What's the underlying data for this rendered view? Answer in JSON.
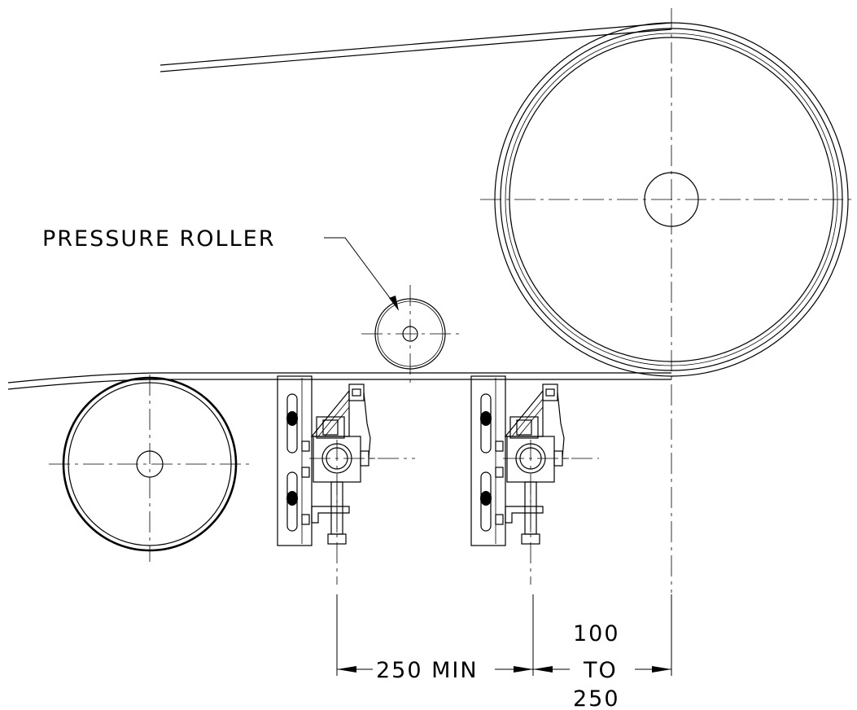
{
  "labels": {
    "pressure_roller": "PRESSURE ROLLER",
    "spacing_min": "250 MIN",
    "range_from": "100",
    "range_to_word": "TO",
    "range_to": "250"
  }
}
